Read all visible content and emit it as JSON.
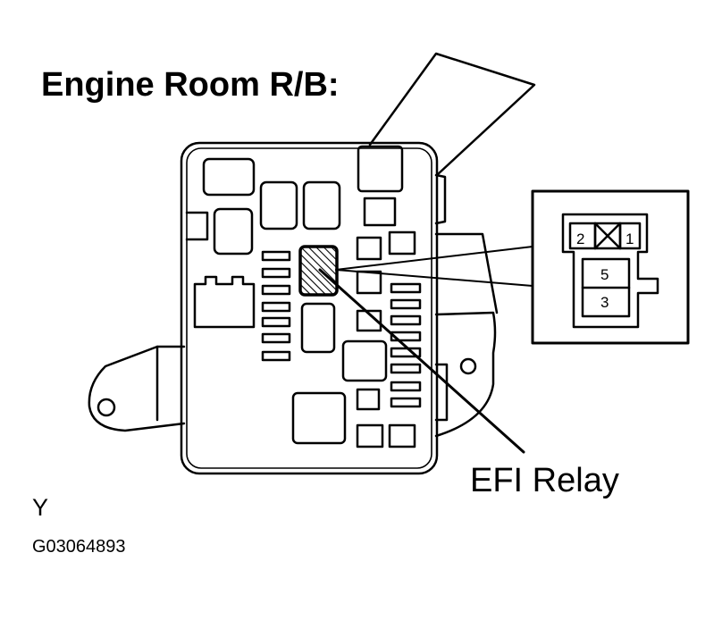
{
  "title": "Engine Room R/B:",
  "callout_label": "EFI Relay",
  "connector": {
    "top_left_pin": "2",
    "top_right_pin": "1",
    "pin_upper": "5",
    "pin_lower": "3"
  },
  "footer": {
    "letter": "Y",
    "figure_code": "G03064893"
  }
}
